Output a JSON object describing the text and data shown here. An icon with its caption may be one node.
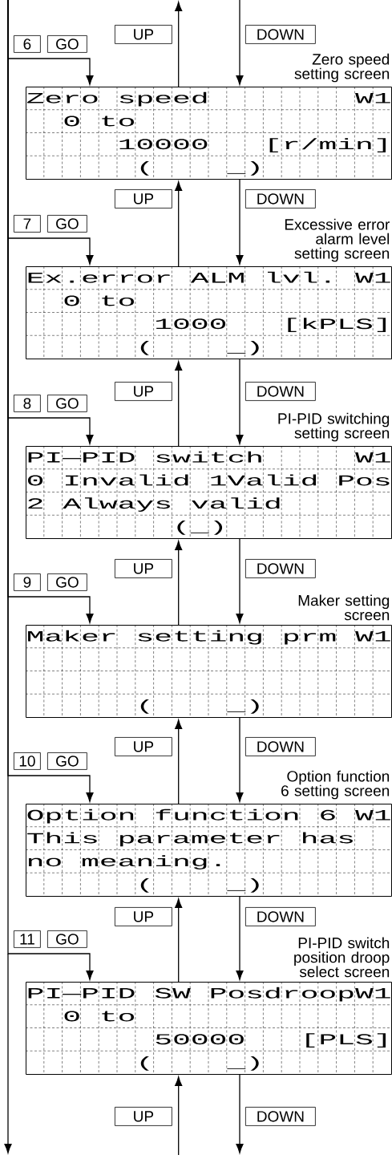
{
  "diagram": {
    "nodes": [
      {
        "text": [
          "Zero speed",
          "W1",
          "0 to",
          "10000",
          "[r/min]",
          "(",
          "_)"
        ],
        "beside": [
          "Zero speed setting screen"
        ]
      },
      {
        "text": [
          "Ex.error ALM lvl.",
          "W1",
          "0 to",
          "1000",
          "[kPLS]",
          "(",
          "_)"
        ],
        "beside": [
          "Excessive error alarm level setting screen"
        ]
      },
      {
        "text": [
          "PI—PID switch",
          "W1",
          "0 Invalid 1Valid Pos",
          "2 Always valid",
          "(_)"
        ],
        "beside": [
          "PI-PID switching setting screen"
        ]
      },
      {
        "text": [
          "Maker setting prm",
          "W1",
          "(",
          "_)"
        ],
        "beside": [
          "Maker setting screen"
        ]
      },
      {
        "text": [
          "Option function 6",
          "W1",
          "This parameter has",
          "no meaning.",
          "(",
          "_)"
        ],
        "beside": [
          "Option function 6 setting screen"
        ]
      },
      {
        "text": [
          "PI—PID SW PosdroopW1",
          "0 to",
          "50000",
          "[PLS]",
          "(",
          "_)"
        ],
        "beside": [
          "PI-PID switch position droop select screen"
        ]
      }
    ],
    "edges": [
      {
        "from": 0,
        "to": null,
        "arrow": "to",
        "label": "UP"
      },
      {
        "from": null,
        "to": 0,
        "arrow": "to",
        "label": "DOWN"
      },
      {
        "from": null,
        "to": 0,
        "arrow": "to"
      },
      {
        "from": 1,
        "to": 0,
        "arrow": "to",
        "label": "UP"
      },
      {
        "from": 0,
        "to": 1,
        "arrow": "to",
        "label": "DOWN"
      },
      {
        "from": null,
        "to": 1,
        "arrow": "to"
      },
      {
        "from": 2,
        "to": 1,
        "arrow": "to",
        "label": "UP"
      },
      {
        "from": 1,
        "to": 2,
        "arrow": "to",
        "label": "DOWN"
      },
      {
        "from": null,
        "to": 2,
        "arrow": "to"
      },
      {
        "from": 3,
        "to": 2,
        "arrow": "to",
        "label": "UP"
      },
      {
        "from": 2,
        "to": 3,
        "arrow": "to",
        "label": "DOWN"
      },
      {
        "from": null,
        "to": 3,
        "arrow": "to"
      },
      {
        "from": 4,
        "to": 3,
        "arrow": "to",
        "label": "UP"
      },
      {
        "from": 3,
        "to": 4,
        "arrow": "to",
        "label": "DOWN"
      },
      {
        "from": null,
        "to": 4,
        "arrow": "to"
      },
      {
        "from": 5,
        "to": 4,
        "arrow": "to",
        "label": "UP"
      },
      {
        "from": 4,
        "to": 5,
        "arrow": "to",
        "label": "DOWN"
      },
      {
        "from": null,
        "to": 5,
        "arrow": "to"
      },
      {
        "from": null,
        "to": 5,
        "arrow": "to",
        "label": "UP"
      },
      {
        "from": 5,
        "to": null,
        "arrow": "to",
        "label": "DOWN"
      }
    ],
    "labels": [
      "6",
      "GO",
      "7",
      "GO",
      "8",
      "GO",
      "9",
      "GO",
      "10",
      "GO",
      "11",
      "GO"
    ]
  }
}
